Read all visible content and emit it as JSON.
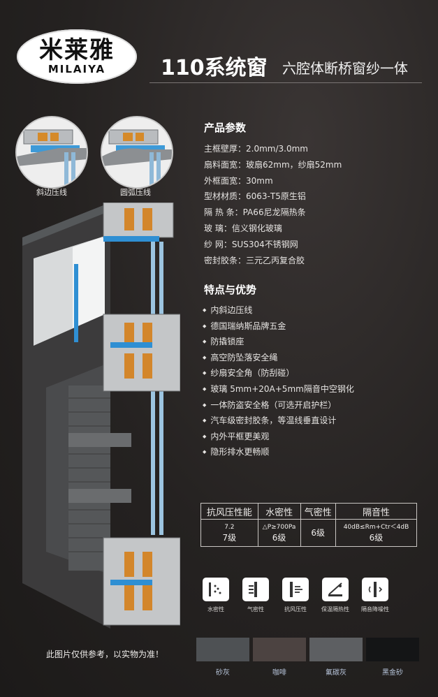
{
  "brand": {
    "name_cn": "米莱雅",
    "name_en": "MILAIYA"
  },
  "title": {
    "main": "110系统窗",
    "sub": "六腔体断桥窗纱一体"
  },
  "profiles": [
    {
      "label": "斜边压线"
    },
    {
      "label": "圆弧压线"
    }
  ],
  "specs": {
    "heading": "产品参数",
    "items": [
      "主框壁厚：2.0mm/3.0mm",
      "扇料面宽：玻扇62mm，纱扇52mm",
      "外框面宽：30mm",
      "型材材质：6063-T5原生铝",
      "隔 热 条：PA66尼龙隔热条",
      "玻      璃：信义钢化玻璃",
      "纱      网：SUS304不锈钢网",
      "密封胶条：三元乙丙复合胶"
    ]
  },
  "features": {
    "heading": "特点与优势",
    "items": [
      "内斜边压线",
      "德国瑞纳斯品牌五金",
      "防撬锁座",
      "高空防坠落安全绳",
      "纱扇安全角（防刮碰）",
      "玻璃 5mm+20A+5mm隔音中空钢化",
      "一体防盗安全格（可选开启护栏）",
      "汽车级密封胶条，等温线垂直设计",
      "内外平框更美观",
      "隐形排水更畅顺"
    ]
  },
  "performance": {
    "headers": [
      "抗风压性能",
      "水密性",
      "气密性",
      "隔音性"
    ],
    "values": [
      {
        "line1": "7.2",
        "line2": "7级"
      },
      {
        "line1": "△P≥700Pa",
        "line2": "6级"
      },
      {
        "line1": "",
        "line2": "6级"
      },
      {
        "line1": "40dB≤Rm+Ctr＜4dB",
        "line2": "6级"
      }
    ]
  },
  "cert_icons": [
    {
      "label": "水密性",
      "icon": "water-tightness-icon"
    },
    {
      "label": "气密性",
      "icon": "air-tightness-icon"
    },
    {
      "label": "抗风压性",
      "icon": "wind-pressure-icon"
    },
    {
      "label": "保温隔热性",
      "icon": "insulation-icon"
    },
    {
      "label": "隔音降噪性",
      "icon": "sound-insulation-icon"
    }
  ],
  "disclaimer": "此图片仅供参考，以实物为准！",
  "colors": [
    {
      "label": "砂灰",
      "hex": "#4e5154"
    },
    {
      "label": "咖啡",
      "hex": "#4c4341"
    },
    {
      "label": "氟碳灰",
      "hex": "#5d5f62"
    },
    {
      "label": "黑金砂",
      "hex": "#141516"
    }
  ]
}
